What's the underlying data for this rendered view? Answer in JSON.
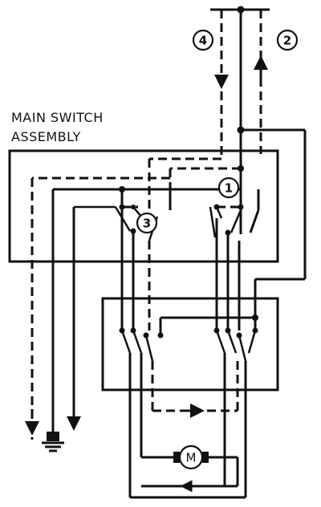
{
  "diagram": {
    "main_switch_label_line1": "MAIN SWITCH",
    "main_switch_label_line2": "ASSEMBLY",
    "callouts": {
      "c1": "1",
      "c2": "2",
      "c3": "3",
      "c4": "4"
    },
    "motor_label": "M"
  }
}
